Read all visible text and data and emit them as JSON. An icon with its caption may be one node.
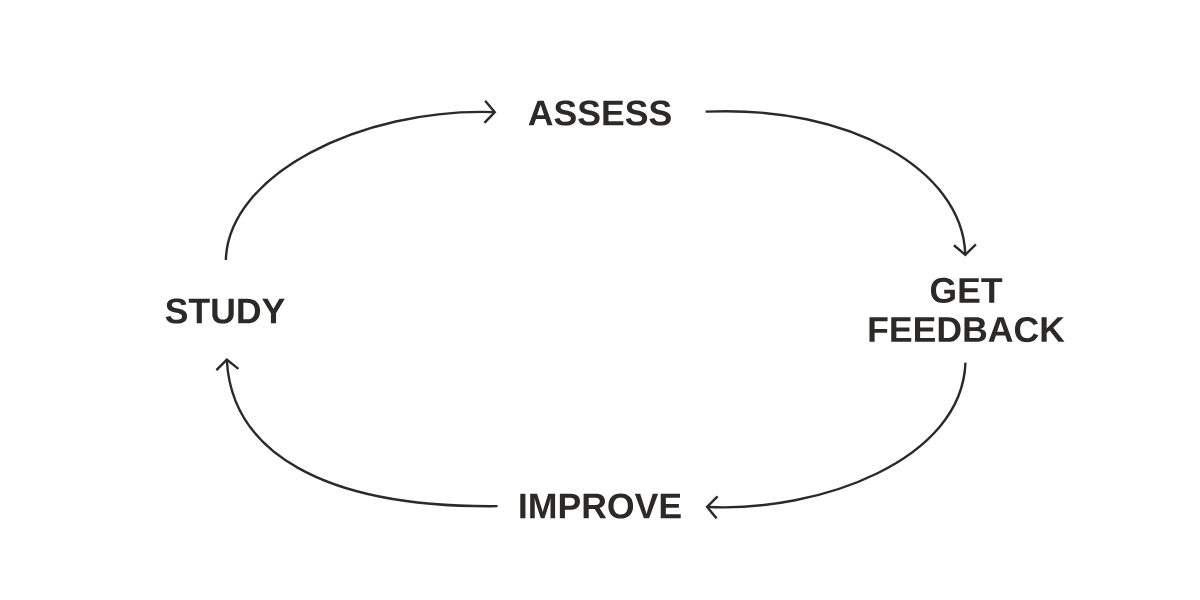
{
  "diagram": {
    "nodes": [
      {
        "text": [
          "ASSESS"
        ]
      },
      {
        "text": [
          "STUDY"
        ]
      },
      {
        "text": [
          "GET FEEDBACK"
        ]
      },
      {
        "text": [
          "IMPROVE"
        ]
      }
    ],
    "edges": [
      {
        "from": 1,
        "to": 0,
        "arrow": "to"
      },
      {
        "from": 0,
        "to": 2,
        "arrow": "to"
      },
      {
        "from": 2,
        "to": 3,
        "arrow": "to"
      },
      {
        "from": 3,
        "to": 1,
        "arrow": "to"
      }
    ]
  }
}
